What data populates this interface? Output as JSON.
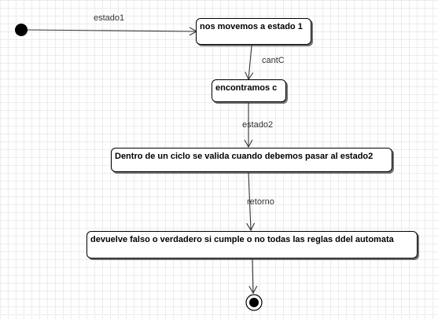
{
  "diagram": {
    "type": "state-machine",
    "states": [
      {
        "id": "s1",
        "label": "nos movemos a estado 1"
      },
      {
        "id": "s2",
        "label": "encontramos c"
      },
      {
        "id": "s3",
        "label": "Dentro de un ciclo se valida cuando debemos pasar al estado2"
      },
      {
        "id": "s4",
        "label": "devuelve falso o verdadero si cumple o no todas las reglas ddel automata"
      }
    ],
    "transitions": [
      {
        "from": "initial",
        "to": "s1",
        "label": "estado1"
      },
      {
        "from": "s1",
        "to": "s2",
        "label": "cantC"
      },
      {
        "from": "s2",
        "to": "s3",
        "label": "estado2"
      },
      {
        "from": "s3",
        "to": "s4",
        "label": "retorno"
      },
      {
        "from": "s4",
        "to": "final",
        "label": ""
      }
    ],
    "colors": {
      "line": "#333333",
      "node_fill": "#ffffff",
      "node_border": "#000000",
      "grid": "#ececec"
    }
  }
}
